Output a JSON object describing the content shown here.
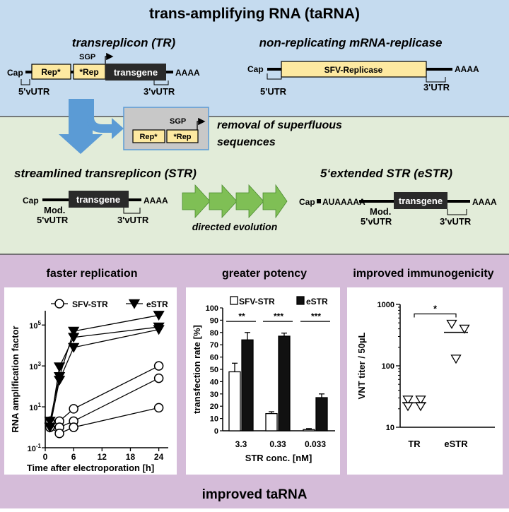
{
  "title": "trans-amplifying RNA (taRNA)",
  "footer": "improved taRNA",
  "colors": {
    "blue_bg": "#c5dbef",
    "green_bg": "#e2ecd9",
    "purple_bg": "#d5bcd9",
    "gene_yellow": "#fde9a1",
    "arrow_blue": "#5b9bd5",
    "arrow_green": "#7fbf55"
  },
  "tr": {
    "title": "transreplicon (TR)",
    "cap": "Cap",
    "rep1": "Rep*",
    "rep2": "*Rep",
    "sgp": "SGP",
    "transgene": "transgene",
    "polyA": "AAAA",
    "utr5": "5'vUTR",
    "utr3": "3'vUTR"
  },
  "nr": {
    "title": "non-replicating mRNA-replicase",
    "cap": "Cap",
    "gene": "SFV-Replicase",
    "polyA": "AAAA",
    "utr5": "5'UTR",
    "utr3": "3'UTR"
  },
  "removal": {
    "line1": "removal of superfluous",
    "line2": "sequences",
    "rep1": "Rep*",
    "rep2": "*Rep",
    "sgp": "SGP"
  },
  "str": {
    "title": "streamlined transreplicon (STR)",
    "cap": "Cap",
    "mod": "Mod.",
    "utr5": "5'vUTR",
    "transgene": "transgene",
    "polyA": "AAAA",
    "utr3": "3'vUTR"
  },
  "evo": {
    "label": "directed evolution"
  },
  "estr": {
    "title": "5‘extended STR (eSTR)",
    "cap": "Cap",
    "ext": "AUAAAAA",
    "mod": "Mod.",
    "utr5": "5'vUTR",
    "transgene": "transgene",
    "polyA": "AAAA",
    "utr3": "3'vUTR"
  },
  "panels": {
    "p1": "faster replication",
    "p2": "greater potency",
    "p3": "improved immunogenicity"
  },
  "chart_data": [
    {
      "type": "line",
      "title": "faster replication",
      "xlabel": "Time after electroporation [h]",
      "ylabel": "RNA amplification factor",
      "x_ticks": [
        "0",
        "6",
        "12",
        "18",
        "24"
      ],
      "y_scale": "log",
      "y_ticks": [
        "10-1",
        "101",
        "103",
        "105"
      ],
      "xlim": [
        0,
        26
      ],
      "ylim": [
        0.1,
        500000
      ],
      "series": [
        {
          "name": "SFV-STR",
          "marker": "circle",
          "lines": [
            [
              [
                1,
                2
              ],
              [
                3,
                2
              ],
              [
                6,
                8
              ],
              [
                24,
                1000
              ]
            ],
            [
              [
                1,
                1
              ],
              [
                3,
                1
              ],
              [
                6,
                2
              ],
              [
                24,
                250
              ]
            ],
            [
              [
                1,
                1
              ],
              [
                3,
                0.5
              ],
              [
                6,
                1
              ],
              [
                24,
                9
              ]
            ]
          ]
        },
        {
          "name": "eSTR",
          "marker": "triangle-down",
          "lines": [
            [
              [
                1,
                2
              ],
              [
                3,
                300
              ],
              [
                6,
                50000
              ],
              [
                24,
                300000
              ]
            ],
            [
              [
                1,
                1
              ],
              [
                3,
                900
              ],
              [
                6,
                25000
              ],
              [
                24,
                80000
              ]
            ],
            [
              [
                1,
                1
              ],
              [
                3,
                200
              ],
              [
                6,
                8000
              ],
              [
                24,
                60000
              ]
            ]
          ]
        }
      ]
    },
    {
      "type": "bar",
      "title": "greater potency",
      "xlabel": "STR conc. [nM]",
      "ylabel": "transfection rate [%]",
      "categories": [
        "3.3",
        "0.33",
        "0.033"
      ],
      "ylim": [
        0,
        100
      ],
      "y_ticks": [
        "0",
        "10",
        "20",
        "30",
        "40",
        "50",
        "60",
        "70",
        "80",
        "90",
        "100"
      ],
      "series": [
        {
          "name": "SFV-STR",
          "values": [
            48,
            14,
            1
          ],
          "errors": [
            7,
            1.5,
            0.8
          ]
        },
        {
          "name": "eSTR",
          "values": [
            74,
            77,
            27
          ],
          "errors": [
            6,
            2.5,
            3
          ]
        }
      ],
      "significance": [
        "**",
        "***",
        "***"
      ]
    },
    {
      "type": "scatter",
      "title": "improved immunogenicity",
      "ylabel": "VNT titer / 50µL",
      "categories": [
        "TR",
        "eSTR"
      ],
      "y_scale": "log",
      "ylim": [
        10,
        1000
      ],
      "y_ticks": [
        "10",
        "100",
        "1000"
      ],
      "points": {
        "TR": [
          28,
          28,
          22,
          22
        ],
        "eSTR": [
          480,
          400,
          130
        ]
      },
      "means": {
        "TR": 25,
        "eSTR": 350
      },
      "significance": "*"
    }
  ]
}
